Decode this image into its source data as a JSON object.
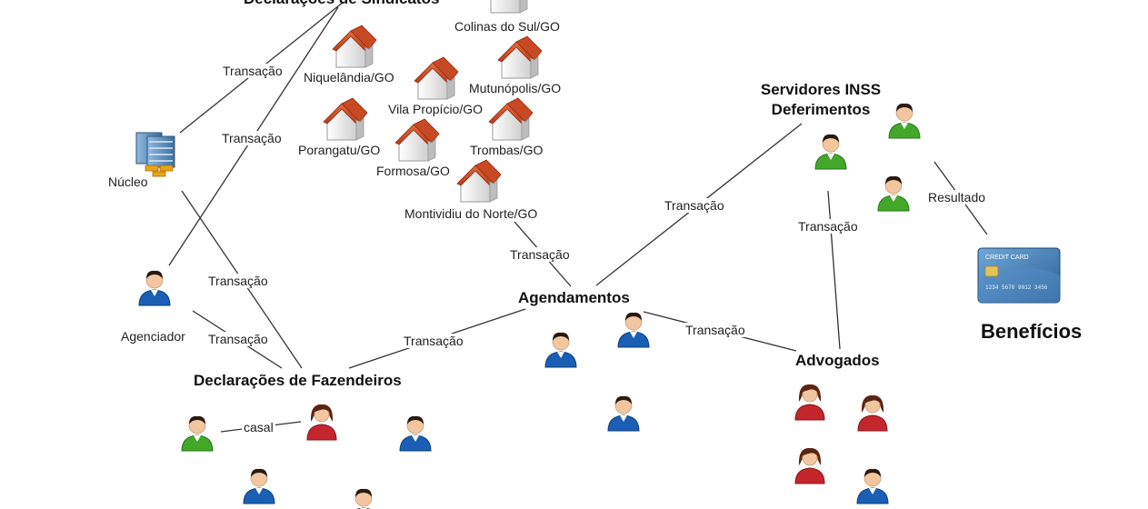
{
  "groups": {
    "sindicatos": "Declarações de Sindicatos",
    "fazendeiros": "Declarações de Fazendeiros",
    "agendamentos": "Agendamentos",
    "servidores_line1": "Servidores INSS",
    "servidores_line2": "Deferimentos",
    "advogados": "Advogados",
    "beneficios": "Benefícios"
  },
  "towns": [
    "Colinas do Sul/GO",
    "Niquelândia/GO",
    "Mutunópolis/GO",
    "Vila Propício/GO",
    "Porangatu/GO",
    "Trombas/GO",
    "Formosa/GO",
    "Montividiu do Norte/GO"
  ],
  "nodes": {
    "nucleo": "Núcleo",
    "agenciador": "Agenciador"
  },
  "edges": {
    "transacao": "Transação",
    "casal": "casal",
    "resultado": "Resultado"
  },
  "card": {
    "label": "CREDIT CARD",
    "number": "1234 5678 9012 3456"
  },
  "colors": {
    "person_blue": "#1a5fb4",
    "person_green": "#43a82a",
    "person_red": "#c4262e",
    "roof": "#d9502a",
    "line": "#333333"
  }
}
